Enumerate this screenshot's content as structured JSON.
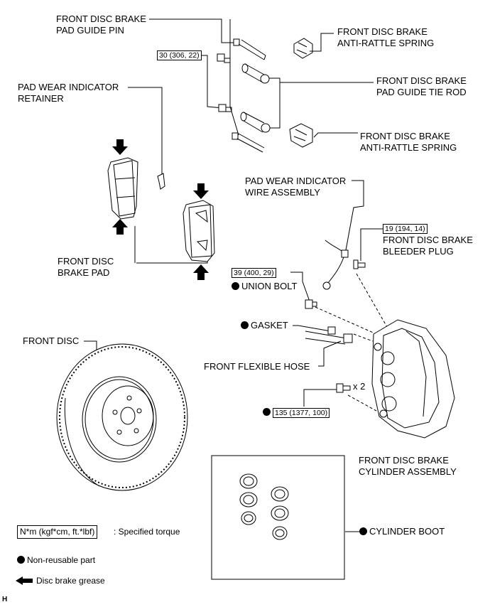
{
  "labels": {
    "guide_pin": [
      "FRONT DISC BRAKE",
      "PAD GUIDE PIN"
    ],
    "anti_rattle_top": [
      "FRONT DISC BRAKE",
      "ANTI-RATTLE SPRING"
    ],
    "tie_rod": [
      "FRONT DISC BRAKE",
      "PAD GUIDE TIE ROD"
    ],
    "pad_wear_retainer": [
      "PAD WEAR INDICATOR",
      "RETAINER"
    ],
    "anti_rattle_bottom": [
      "FRONT DISC BRAKE",
      "ANTI-RATTLE SPRING"
    ],
    "pad_wear_wire": [
      "PAD WEAR INDICATOR",
      "WIRE ASSEMBLY"
    ],
    "bleeder_plug": [
      "FRONT DISC BRAKE",
      "BLEEDER PLUG"
    ],
    "brake_pad": [
      "FRONT DISC",
      "BRAKE PAD"
    ],
    "union_bolt": "UNION BOLT",
    "gasket": "GASKET",
    "front_disc": "FRONT DISC",
    "flexible_hose": "FRONT FLEXIBLE HOSE",
    "cylinder_assembly": [
      "FRONT DISC BRAKE",
      "CYLINDER ASSEMBLY"
    ],
    "cylinder_boot": "CYLINDER BOOT",
    "multiplier": "x 2"
  },
  "torques": {
    "guide_pin_bolt": "30 (306, 22)",
    "bleeder": "19 (194, 14)",
    "union_bolt": "39 (400, 29)",
    "caliper_bolt": "135 (1377, 100)"
  },
  "legend": {
    "torque_box": "N*m (kgf*cm, ft.*lbf)",
    "torque_text": ": Specified torque",
    "non_reusable": "Non-reusable part",
    "grease": "Disc brake grease"
  },
  "footer_letter": "H"
}
